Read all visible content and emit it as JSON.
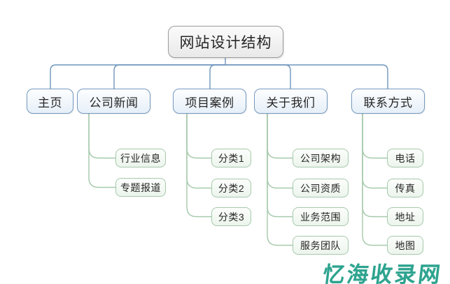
{
  "diagram": {
    "root": {
      "label": "网站设计结构"
    },
    "branches": [
      {
        "label": "主页",
        "children": []
      },
      {
        "label": "公司新闻",
        "children": [
          {
            "label": "行业信息"
          },
          {
            "label": "专题报道"
          }
        ]
      },
      {
        "label": "项目案例",
        "children": [
          {
            "label": "分类1"
          },
          {
            "label": "分类2"
          },
          {
            "label": "分类3"
          }
        ]
      },
      {
        "label": "关于我们",
        "children": [
          {
            "label": "公司架构"
          },
          {
            "label": "公司资质"
          },
          {
            "label": "业务范围"
          },
          {
            "label": "服务团队"
          }
        ]
      },
      {
        "label": "联系方式",
        "children": [
          {
            "label": "电话"
          },
          {
            "label": "传真"
          },
          {
            "label": "地址"
          },
          {
            "label": "地图"
          }
        ]
      }
    ],
    "colors": {
      "level1_border": "#9b9b9b",
      "level2_accent": "#6e96bd",
      "level3_accent": "#a5c9ab",
      "text": "#262626",
      "watermark_teal": "#2da38f"
    },
    "watermark": {
      "text": "忆海收录网"
    }
  }
}
